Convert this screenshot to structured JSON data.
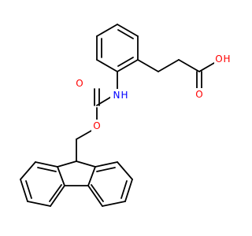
{
  "molecule": {
    "atoms": [
      {
        "symbol": "O",
        "color": "#ff0000"
      },
      {
        "symbol": "H",
        "color": "#ff0000"
      },
      {
        "symbol": "O",
        "color": "#ff0000"
      },
      {
        "symbol": "N",
        "color": "#0000ff"
      },
      {
        "symbol": "H",
        "color": "#0000ff"
      },
      {
        "symbol": "O",
        "color": "#ff0000"
      },
      {
        "symbol": "O",
        "color": "#ff0000"
      }
    ]
  }
}
